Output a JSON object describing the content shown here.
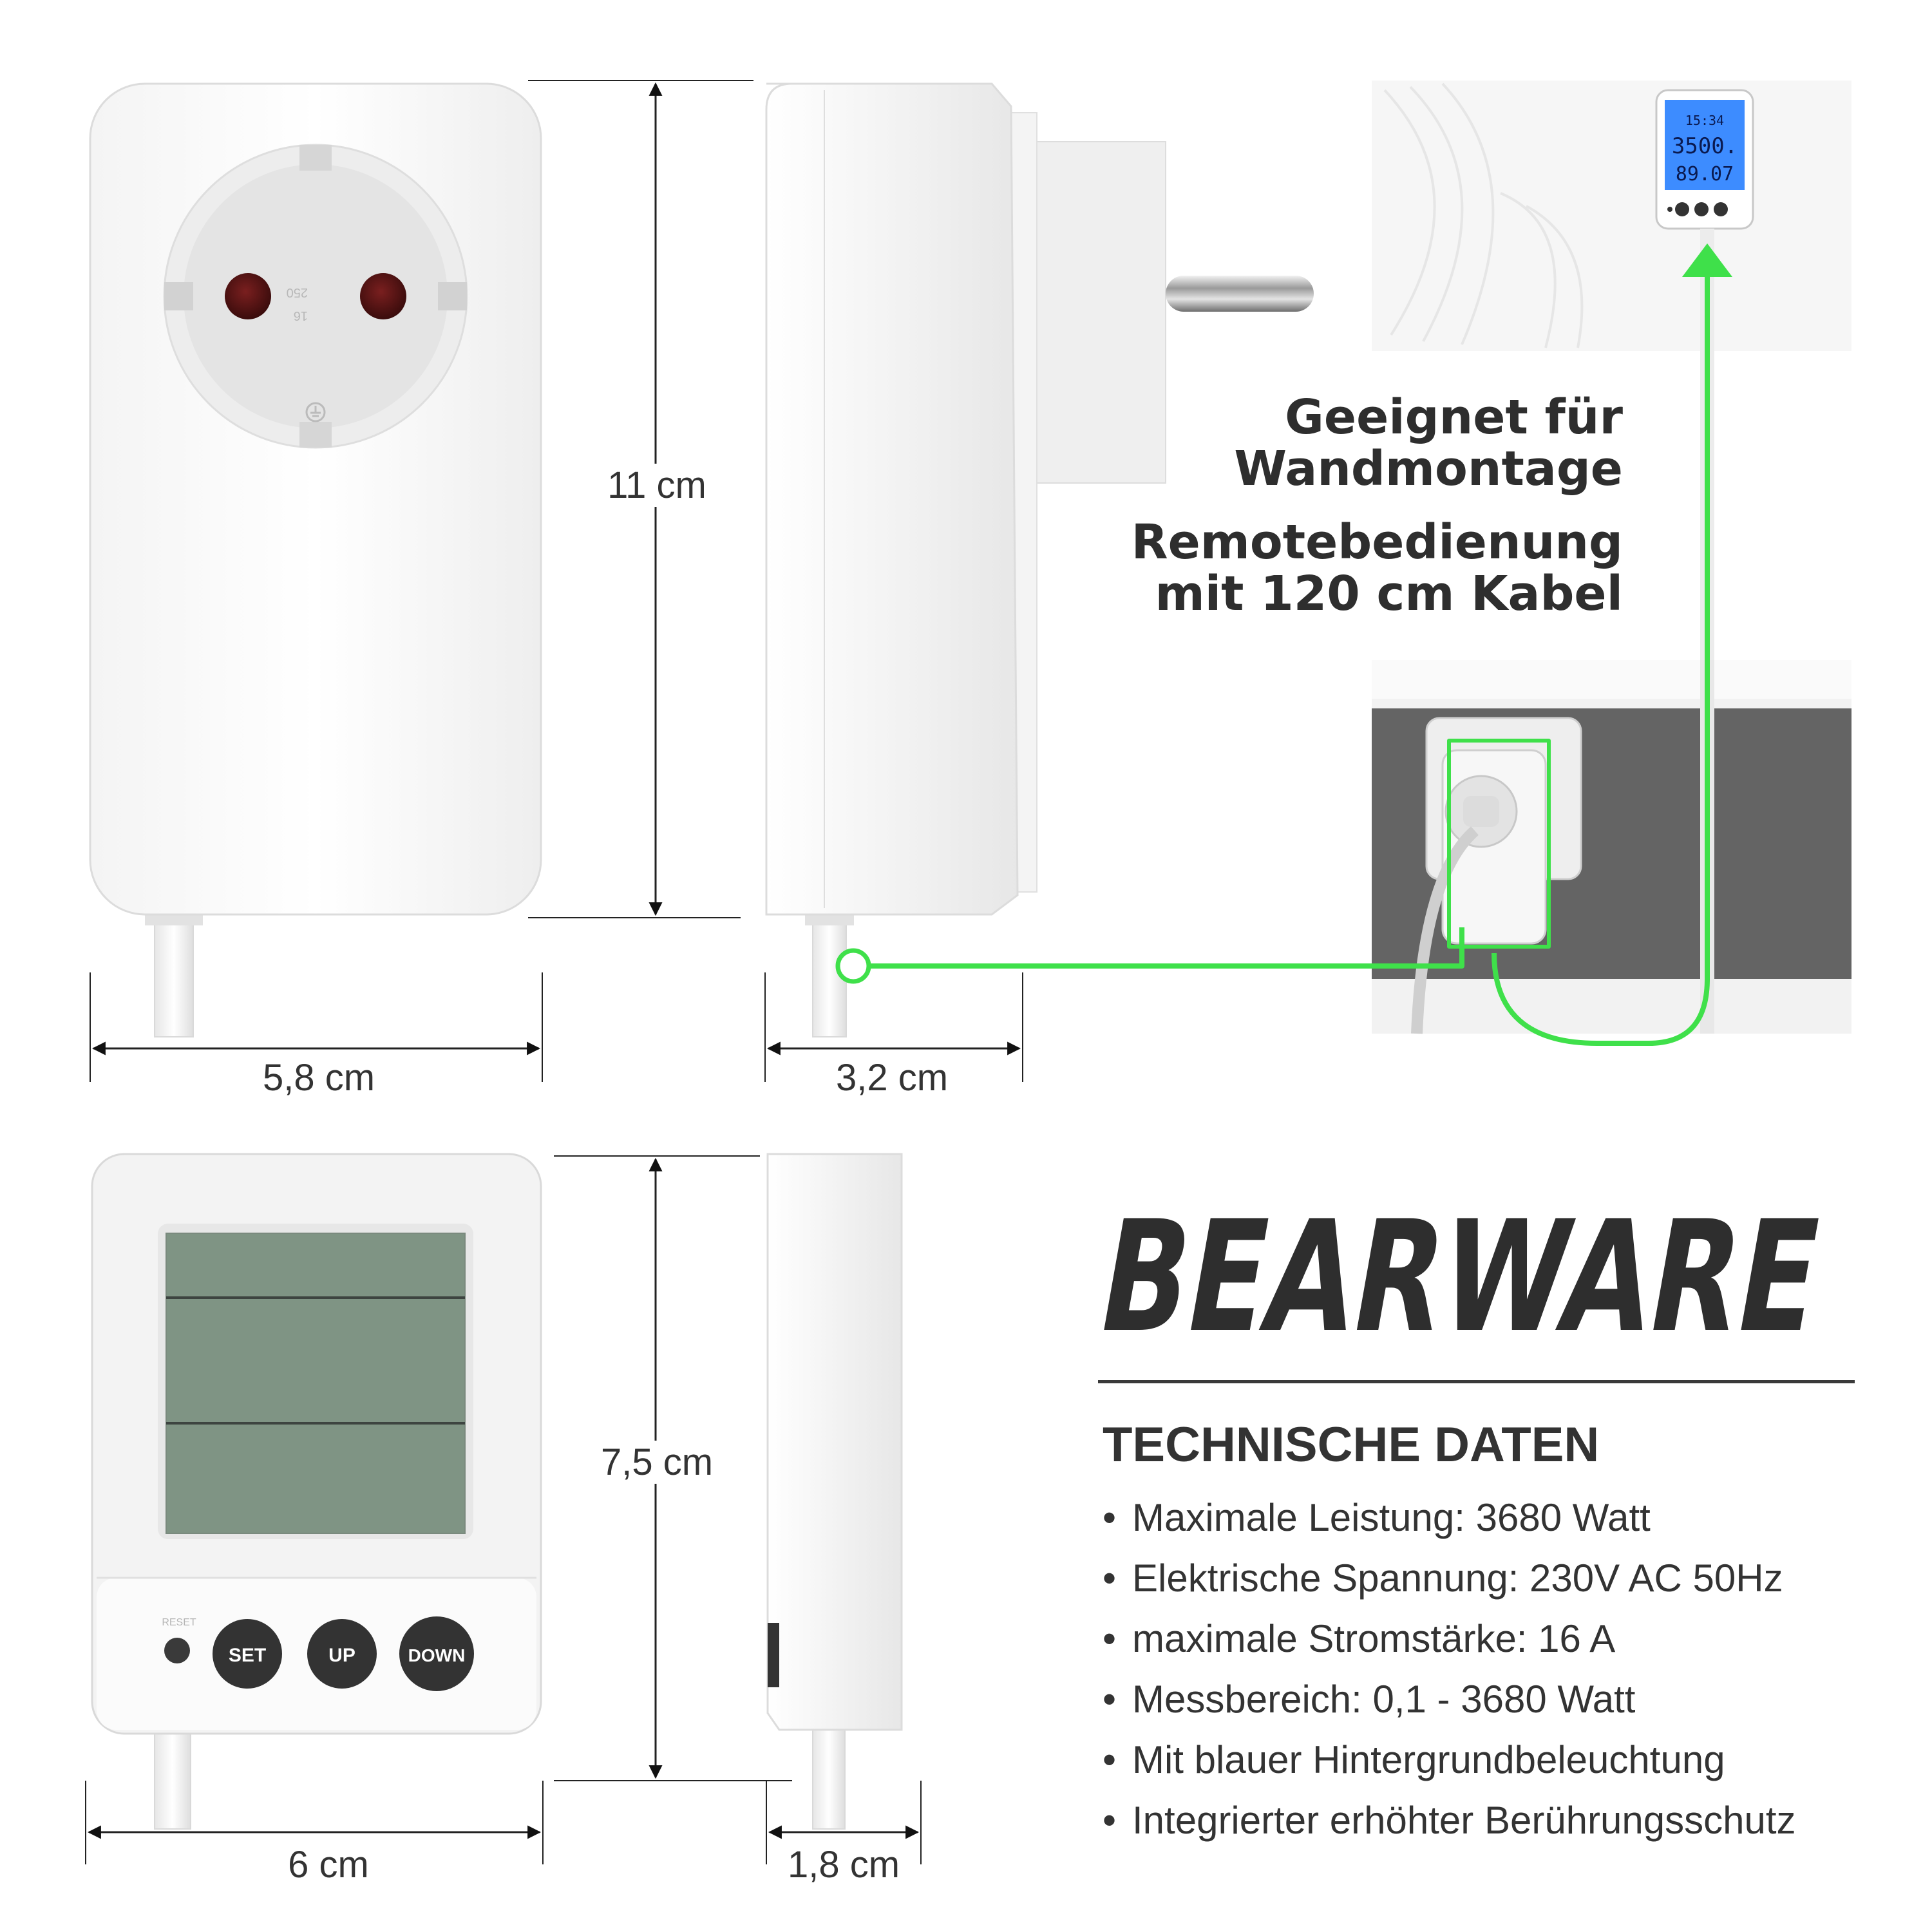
{
  "dimensions": {
    "plug_height": "11 cm",
    "plug_width": "5,8 cm",
    "plug_depth": "3,2 cm",
    "display_height": "7,5 cm",
    "display_width": "6 cm",
    "display_depth": "1,8 cm"
  },
  "callouts": {
    "wall_mount_line1": "Geeignet für",
    "wall_mount_line2": "Wandmontage",
    "remote_line1": "Remotebedienung",
    "remote_line2": "mit 120 cm Kabel"
  },
  "remote_display": {
    "time": "15:34",
    "value1": "3500.",
    "value2": "89.07"
  },
  "socket_marks": {
    "rating_top": "250",
    "rating_bottom": "16"
  },
  "display_unit": {
    "reset_label": "RESET",
    "button_set": "SET",
    "button_up": "UP",
    "button_down": "DOWN"
  },
  "brand": {
    "logo_text": "BEARWARE"
  },
  "specs": {
    "title": "TECHNISCHE DATEN",
    "bullet": "•",
    "items": [
      "Maximale Leistung: 3680 Watt",
      "Elektrische Spannung: 230V AC 50Hz",
      "maximale Stromstärke: 16 A",
      "Messbereich: 0,1 - 3680 Watt",
      "Mit blauer Hintergrundbeleuchtung",
      "Integrierter erhöhter Berührungsschutz"
    ]
  },
  "colors": {
    "accent_green": "#3fe04a",
    "lcd_grey": "#7f9484",
    "lcd_blue": "#3d8cff",
    "button_dark": "#333333",
    "wall_grey": "#646464"
  }
}
